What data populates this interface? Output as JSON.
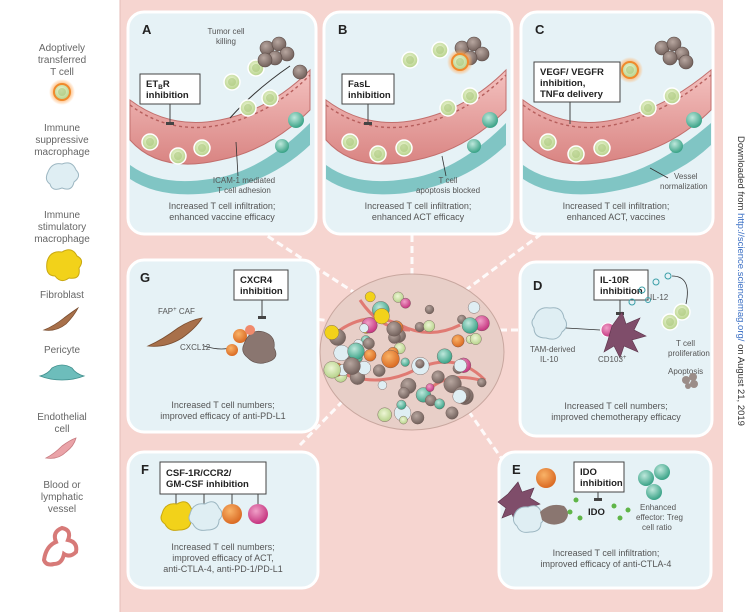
{
  "legend": [
    {
      "id": "t-cell",
      "label": [
        "Adoptively",
        "transferred",
        "T cell"
      ]
    },
    {
      "id": "suppressive-macrophage",
      "label": [
        "Immune",
        "suppressive",
        "macrophage"
      ]
    },
    {
      "id": "stimulatory-macrophage",
      "label": [
        "Immune",
        "stimulatory",
        "macrophage"
      ]
    },
    {
      "id": "fibroblast",
      "label": [
        "Fibroblast"
      ]
    },
    {
      "id": "pericyte",
      "label": [
        "Pericyte"
      ]
    },
    {
      "id": "endothelial",
      "label": [
        "Endothelial",
        "cell"
      ]
    },
    {
      "id": "vessel",
      "label": [
        "Blood or",
        "lymphatic",
        "vessel"
      ]
    }
  ],
  "panels": {
    "A": {
      "letter": "A",
      "box": [
        "ET",
        "B",
        "R",
        "inhibition"
      ],
      "labels": {
        "tumor_kill": [
          "Tumor cell",
          "killing"
        ],
        "icam": [
          "ICAM-1 mediated",
          "T cell adhesion"
        ]
      },
      "caption": [
        "Increased T cell infiltration;",
        "enhanced vaccine efficacy"
      ]
    },
    "B": {
      "letter": "B",
      "box": [
        "FasL",
        "inhibition"
      ],
      "labels": {
        "apoptosis": [
          "T cell",
          "apoptosis blocked"
        ]
      },
      "caption": [
        "Increased T cell infiltration;",
        "enhanced ACT efficacy"
      ]
    },
    "C": {
      "letter": "C",
      "box": [
        "VEGF/ VEGFR",
        "inhibition,",
        "TNF",
        "α",
        " delivery"
      ],
      "labels": {
        "vessel": [
          "Vessel",
          "normalization"
        ]
      },
      "caption": [
        "Increased T cell infiltration;",
        "enhanced ACT, vaccines"
      ]
    },
    "G": {
      "letter": "G",
      "box": [
        "CXCR4",
        "inhibition"
      ],
      "labels": {
        "fap": "FAP",
        "fap_sup": "+",
        "caf": " CAF",
        "cxcl12": "CXCL12"
      },
      "caption": [
        "Increased T cell numbers;",
        "improved efficacy of anti-PD-L1"
      ]
    },
    "D": {
      "letter": "D",
      "box": [
        "IL-10R",
        "inhibition"
      ],
      "labels": {
        "il12": "IL-12",
        "tam": [
          "TAM-derived",
          "IL-10"
        ],
        "cd103": "CD103",
        "cd103_sup": "+",
        "prolif": [
          "T cell",
          "proliferation"
        ],
        "apoptosis": "Apoptosis"
      },
      "caption": [
        "Increased T cell numbers;",
        "improved chemotherapy efficacy"
      ]
    },
    "F": {
      "letter": "F",
      "box": [
        "CSF-1R/CCR2/",
        "GM-CSF inhibition"
      ],
      "caption": [
        "Increased T cell numbers;",
        "improved efficacy of ACT,",
        "anti-CTLA-4, anti-PD-1/PD-L1"
      ]
    },
    "E": {
      "letter": "E",
      "box": [
        "IDO",
        "inhibition"
      ],
      "labels": {
        "ido": "IDO",
        "effector": [
          "Enhanced",
          "effector: Treg",
          "cell ratio"
        ]
      },
      "caption": [
        "Increased T cell infiltration;",
        "improved efficacy of anti-CTLA-4"
      ]
    }
  },
  "side_note": {
    "prefix": "Downloaded from ",
    "link": "http://science.sciencemag.org/",
    "suffix": " on August 21, 2019"
  },
  "colors": {
    "background": "#f6d5d0",
    "panel": "#e6f2f6",
    "panel_border": "#ffffff",
    "tcell": "#cfe3a7",
    "vessel": "#e8a5a3",
    "pericyte": "#6dbdbb",
    "macrophage_yellow": "#f2d21a",
    "tumor": "#8a7670"
  }
}
